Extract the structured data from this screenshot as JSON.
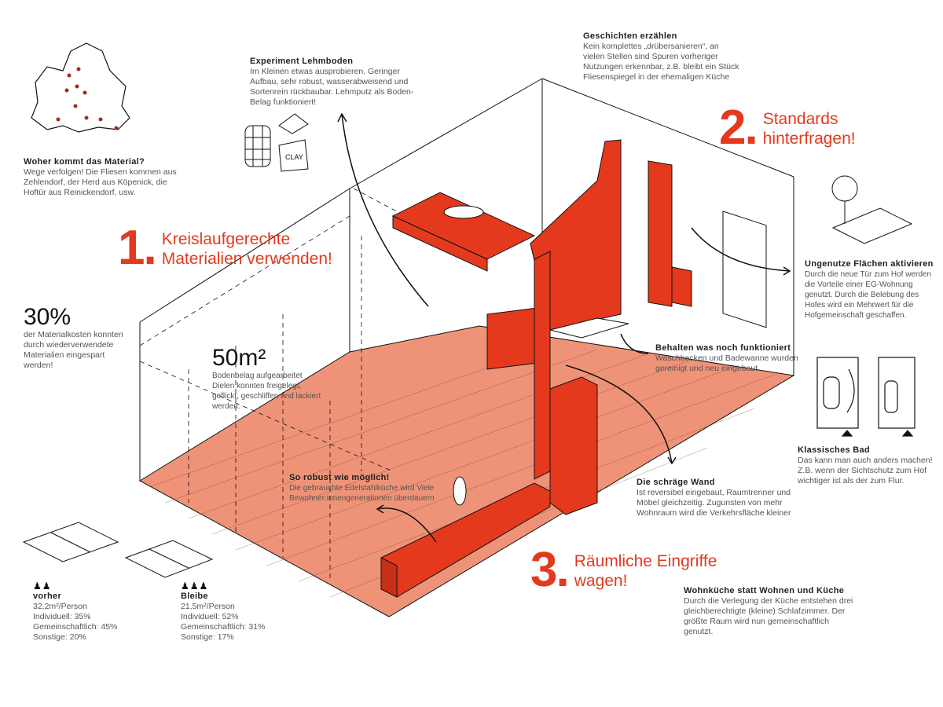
{
  "steps": [
    {
      "number": "1.",
      "title_line1": "Kreislaufgerechte",
      "title_line2": "Materialien verwenden!"
    },
    {
      "number": "2.",
      "title_line1": "Standards",
      "title_line2": "hinterfragen!"
    },
    {
      "number": "3.",
      "title_line1": "Räumliche Eingriffe",
      "title_line2": "wagen!"
    }
  ],
  "notes": {
    "material": {
      "heading": "Woher kommt das Material?",
      "text": "Wege verfolgen! Die Fliesen kommen aus Zehlendorf, der Herd aus Köpenick, die Hoftür aus Reinickendorf, usw."
    },
    "lehmboden": {
      "heading": "Experiment Lehmboden",
      "text": "Im Kleinen etwas ausprobieren. Geringer Aufbau, sehr robust, wasserabweisend und Sortenrein rückbaubar. Lehmputz als Boden-Belag funktioniert!"
    },
    "geschichten": {
      "heading": "Geschichten erzählen",
      "text": "Kein komplettes „drübersanieren“, an vielen Stellen sind Spuren vorheriger Nutzungen erkennbar, z.B. bleibt ein Stück Fliesenspiegel in der ehemaligen Küche"
    },
    "flaechen": {
      "heading": "Ungenutze Flächen aktivieren",
      "text": "Durch die neue Tür zum Hof werden die Vorteile einer EG-Wohnung genutzt. Durch die Belebung des Hofes wird ein Mehrwert für die Hofgemeinschaft geschaffen."
    },
    "behalten": {
      "heading": "Behalten was noch funktioniert",
      "text": "Waschbecken und Badewanne wurden gereinigt und neu eingebaut."
    },
    "bad": {
      "heading": "Klassisches Bad",
      "text": "Das kann man auch anders machen! Z.B. wenn der Sichtschutz zum Hof wichtiger ist als der zum Flur."
    },
    "wand": {
      "heading": "Die schräge Wand",
      "text": "Ist reversibel eingebaut, Raumtrenner und Möbel gleichzeitig. Zugunsten von mehr Wohnraum wird die Verkehrsfläche kleiner"
    },
    "robust": {
      "heading": "So robust wie möglich!",
      "text": "Die gebrauchte Edelstahlküche wird Viele Bewohner:innengenerationen überdauern"
    },
    "wohnkueche": {
      "heading": "Wohnküche statt Wohnen und Küche",
      "text": "Durch die Verlegung der Küche entstehen drei gleichberechtigte (kleine) Schlafzimmer. Der größte Raum wird nun gemeinschaftlich genutzt."
    }
  },
  "stats": {
    "cost": {
      "value": "30%",
      "text": "der Materialkosten konnten durch wiederverwendete Materialien eingespart werden!"
    },
    "floor": {
      "value": "50m²",
      "text": "Bodenbelag aufgearbeitet Dielen konnten freigelegt, geflickt, geschliffen und lackiert werden."
    }
  },
  "comparison": [
    {
      "people": "♟♟",
      "label": "vorher",
      "area": "32,2m²/Person",
      "individuell": "Individuell: 35%",
      "gemeinschaftlich": "Gemeinschaftlich: 45%",
      "sonstige": "Sonstige: 20%"
    },
    {
      "people": "♟♟♟",
      "label": "Bleibe",
      "area": "21,5m²/Person",
      "individuell": "Individuell: 52%",
      "gemeinschaftlich": "Gemeinschaftlich: 31%",
      "sonstige": "Sonstige: 17%"
    }
  ],
  "sketch_labels": {
    "clay_bag": "CLAY"
  },
  "colors": {
    "accent": "#e5391d",
    "floor": "#ef9378",
    "ink": "#111111"
  }
}
